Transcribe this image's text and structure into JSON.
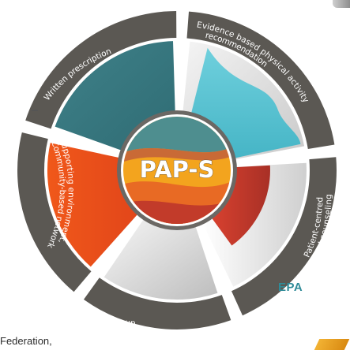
{
  "diagram": {
    "center_label": "PAP-S",
    "segments": [
      {
        "id": "evidence",
        "label_lines": [
          "Evidence based physical activity",
          "recommendation"
        ]
      },
      {
        "id": "counseling",
        "label_lines": [
          "Patient-centred",
          "individual counseling"
        ]
      },
      {
        "id": "followup",
        "label_lines": [
          "Follow-up"
        ]
      },
      {
        "id": "environment",
        "label_lines": [
          "Supporting environment,",
          "Community-based network"
        ]
      },
      {
        "id": "prescription",
        "label_lines": [
          "Written prescription"
        ]
      }
    ],
    "colors": {
      "frame_dark": "#5b5853",
      "teal": "#3f8189",
      "cyan": "#5ec4d3",
      "red": "#c2392d",
      "orange": "#e8521b",
      "light_grey": "#e4e4e4",
      "center_yellow": "#f3a41e",
      "center_orange": "#e86a24",
      "center_red": "#c23b2a"
    }
  },
  "page_edges": {
    "epa_fragment": "EPA",
    "federation_fragment": "Federation,"
  }
}
